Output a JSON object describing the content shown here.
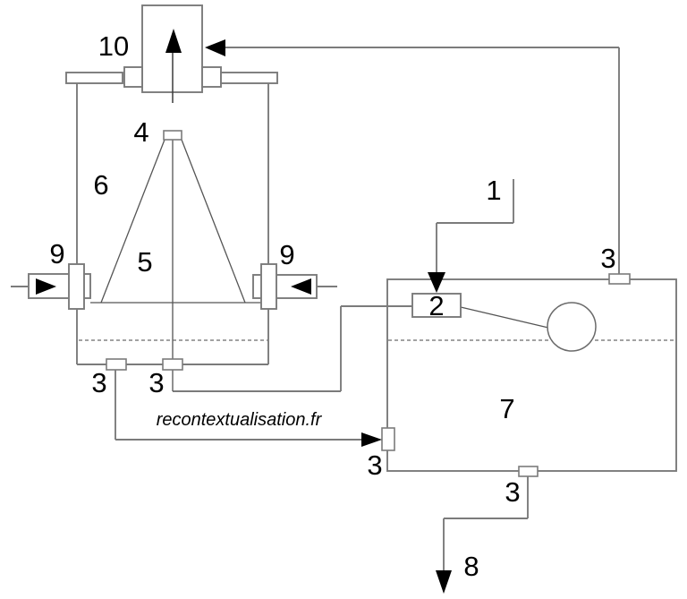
{
  "watermark": "recontextualisation.fr",
  "colors": {
    "background": "#ffffff",
    "line": "#7b7b7b",
    "thin_line": "#555555",
    "arrow": "#000000",
    "text": "#000000"
  },
  "labels": {
    "n1": "1",
    "n2": "2",
    "n3_vessel_left": "3",
    "n3_vessel_center": "3",
    "n3_tank_top": "3",
    "n3_tank_inlet": "3",
    "n3_tank_outlet": "3",
    "n4": "4",
    "n5": "5",
    "n6": "6",
    "n7": "7",
    "n8": "8",
    "n9_left": "9",
    "n9_right": "9",
    "n10": "10"
  }
}
